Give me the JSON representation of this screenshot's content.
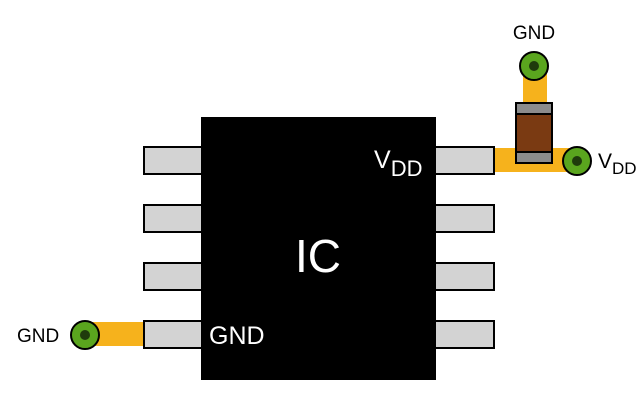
{
  "diagram": {
    "chip": {
      "label": "IC",
      "color": "#000000"
    },
    "pin_labels": {
      "vdd_main": "V",
      "vdd_sub": "DD",
      "gnd": "GND"
    },
    "external_labels": {
      "gnd_top": "GND",
      "gnd_left": "GND",
      "vdd_main": "V",
      "vdd_sub": "DD"
    },
    "colors": {
      "pin_fill": "#d3d3d3",
      "trace": "#f6b21c",
      "via_ring": "#5aa51e",
      "via_center": "#1f3b0c",
      "capacitor_body": "#7a3a12",
      "capacitor_cap": "#8c8c8c"
    }
  }
}
